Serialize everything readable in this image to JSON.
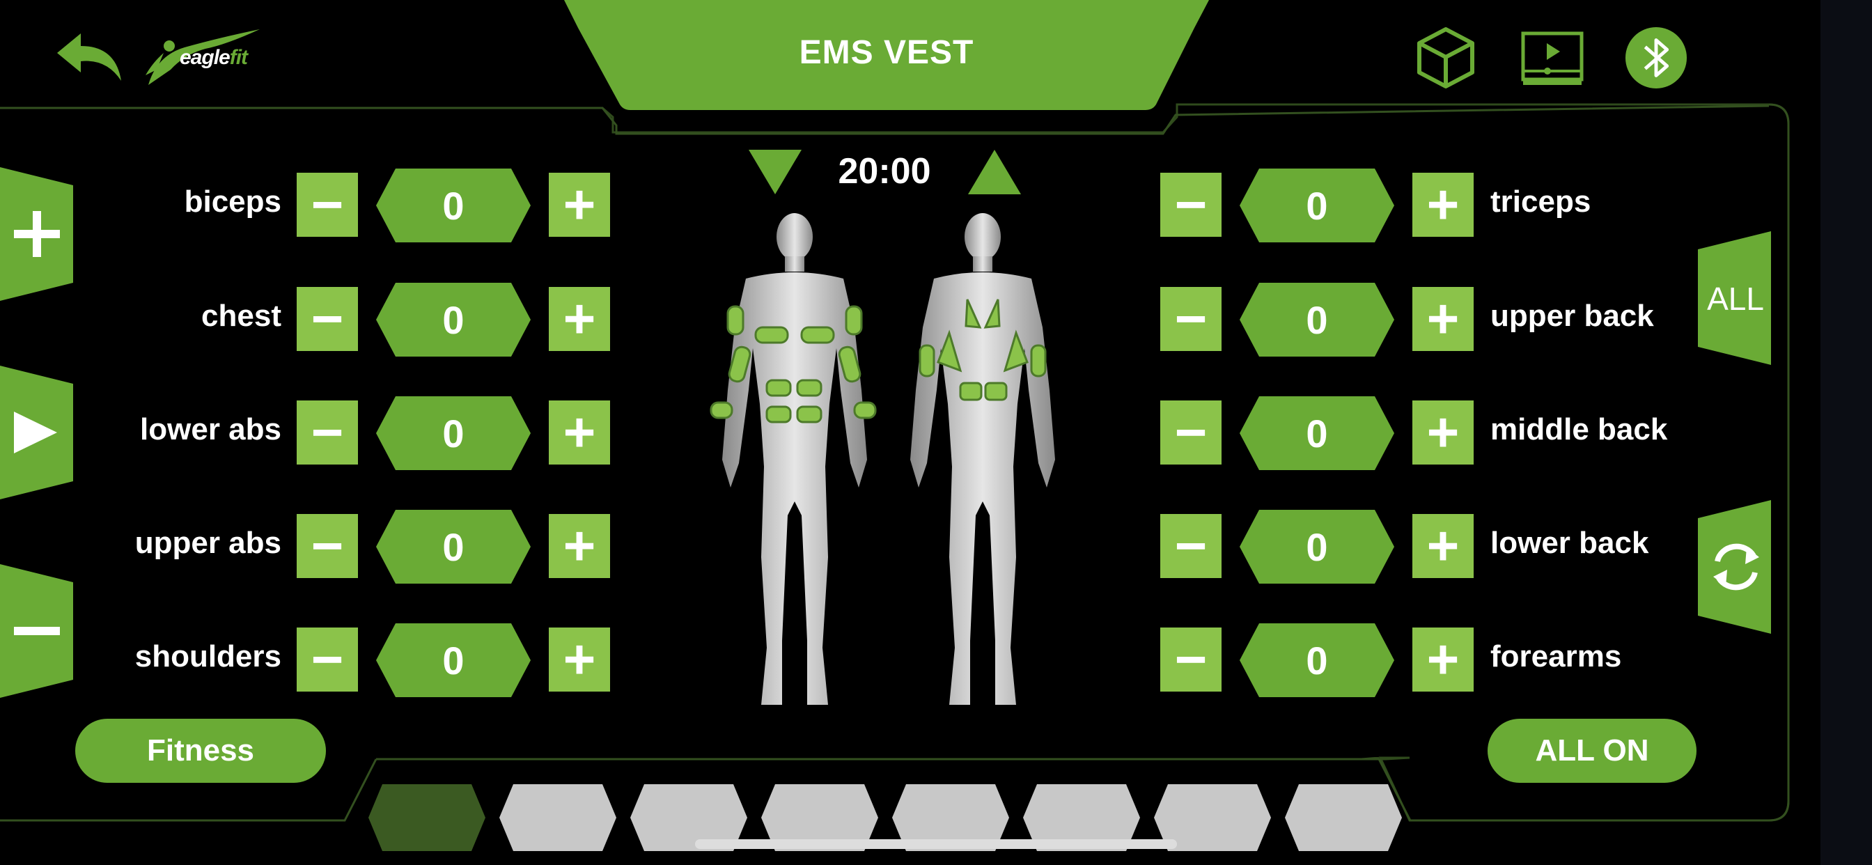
{
  "header": {
    "title": "EMS VEST",
    "logo": {
      "brand": "eagle",
      "accent": "fit"
    }
  },
  "timer": {
    "value": "20:00"
  },
  "left_controls": [
    {
      "label": "biceps",
      "value": "0"
    },
    {
      "label": "chest",
      "value": "0"
    },
    {
      "label": "lower abs",
      "value": "0"
    },
    {
      "label": "upper abs",
      "value": "0"
    },
    {
      "label": "shoulders",
      "value": "0"
    }
  ],
  "right_controls": [
    {
      "label": "triceps",
      "value": "0"
    },
    {
      "label": "upper back",
      "value": "0"
    },
    {
      "label": "middle back",
      "value": "0"
    },
    {
      "label": "lower back",
      "value": "0"
    },
    {
      "label": "forearms",
      "value": "0"
    }
  ],
  "side": {
    "all_label": "ALL"
  },
  "bottom": {
    "mode_label": "Fitness",
    "all_on_label": "ALL ON"
  },
  "colors": {
    "accent": "#6aab35",
    "light": "#8bc34a",
    "dark": "#3b5a22",
    "inactive": "#c8c8c8"
  },
  "icons": [
    "back-arrow-icon",
    "cube-icon",
    "video-player-icon",
    "bluetooth-icon",
    "plus-icon",
    "play-icon",
    "minus-icon",
    "refresh-icon"
  ]
}
